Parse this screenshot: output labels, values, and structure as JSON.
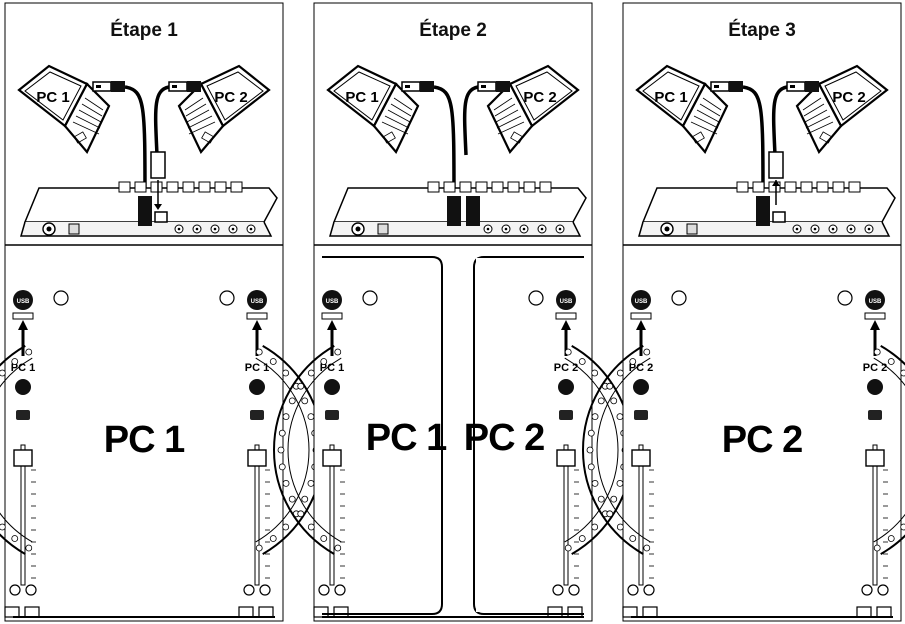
{
  "steps": [
    {
      "title": "Étape 1",
      "laptop_left": "PC 1",
      "laptop_right": "PC 2",
      "deck_left_arrow": "PC 1",
      "deck_right_arrow": "PC 1",
      "center_labels": [
        "PC 1"
      ],
      "active_usb": "left",
      "split": false
    },
    {
      "title": "Étape 2",
      "laptop_left": "PC 1",
      "laptop_right": "PC 2",
      "deck_left_arrow": "PC 1",
      "deck_right_arrow": "PC 2",
      "center_labels": [
        "PC 1",
        "PC 2"
      ],
      "active_usb": "both",
      "split": true
    },
    {
      "title": "Étape 3",
      "laptop_left": "PC 1",
      "laptop_right": "PC 2",
      "deck_left_arrow": "PC 2",
      "deck_right_arrow": "PC 2",
      "center_labels": [
        "PC 2"
      ],
      "active_usb": "right",
      "split": false
    }
  ]
}
